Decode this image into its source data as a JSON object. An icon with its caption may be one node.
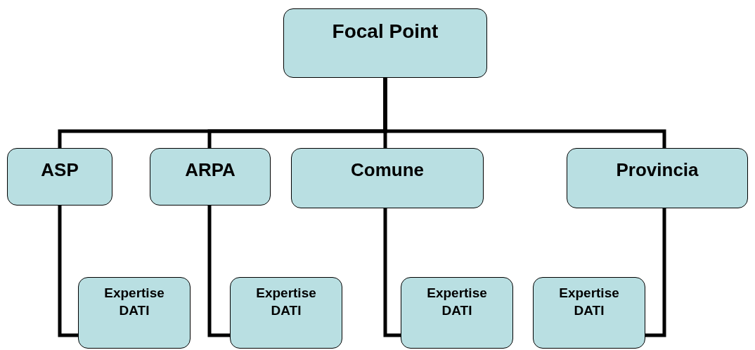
{
  "diagram": {
    "nodes": [
      {
        "text": [
          "Focal Point"
        ]
      },
      {
        "text": [
          "ASP"
        ]
      },
      {
        "text": [
          "ARPA"
        ]
      },
      {
        "text": [
          "Comune"
        ]
      },
      {
        "text": [
          "Provincia"
        ]
      },
      {
        "text": [
          "Expertise DATI"
        ]
      },
      {
        "text": [
          "Expertise DATI"
        ]
      },
      {
        "text": [
          "Expertise DATI"
        ]
      },
      {
        "text": [
          "Expertise DATI"
        ]
      }
    ],
    "edges": [
      {
        "from": 0,
        "to": 1,
        "arrow": "none"
      },
      {
        "from": 0,
        "to": 2,
        "arrow": "none"
      },
      {
        "from": 0,
        "to": 3,
        "arrow": "none"
      },
      {
        "from": 0,
        "to": 4,
        "arrow": "none"
      },
      {
        "from": 1,
        "to": 5,
        "arrow": "none"
      },
      {
        "from": 2,
        "to": 6,
        "arrow": "none"
      },
      {
        "from": 3,
        "to": 7,
        "arrow": "none"
      },
      {
        "from": 4,
        "to": 8,
        "arrow": "none"
      }
    ]
  }
}
